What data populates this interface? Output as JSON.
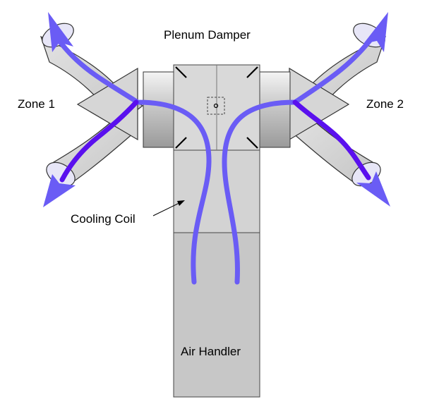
{
  "labels": {
    "plenum_damper": "Plenum Damper",
    "zone_1": "Zone 1",
    "zone_2": "Zone 2",
    "cooling_coil": "Cooling Coil",
    "air_handler": "Air Handler"
  },
  "colors": {
    "airflow_supply": "#6a5cf5",
    "airflow_branch": "#5a10ee",
    "duct_fill": "#d4d4d4",
    "duct_stroke": "#333333"
  }
}
